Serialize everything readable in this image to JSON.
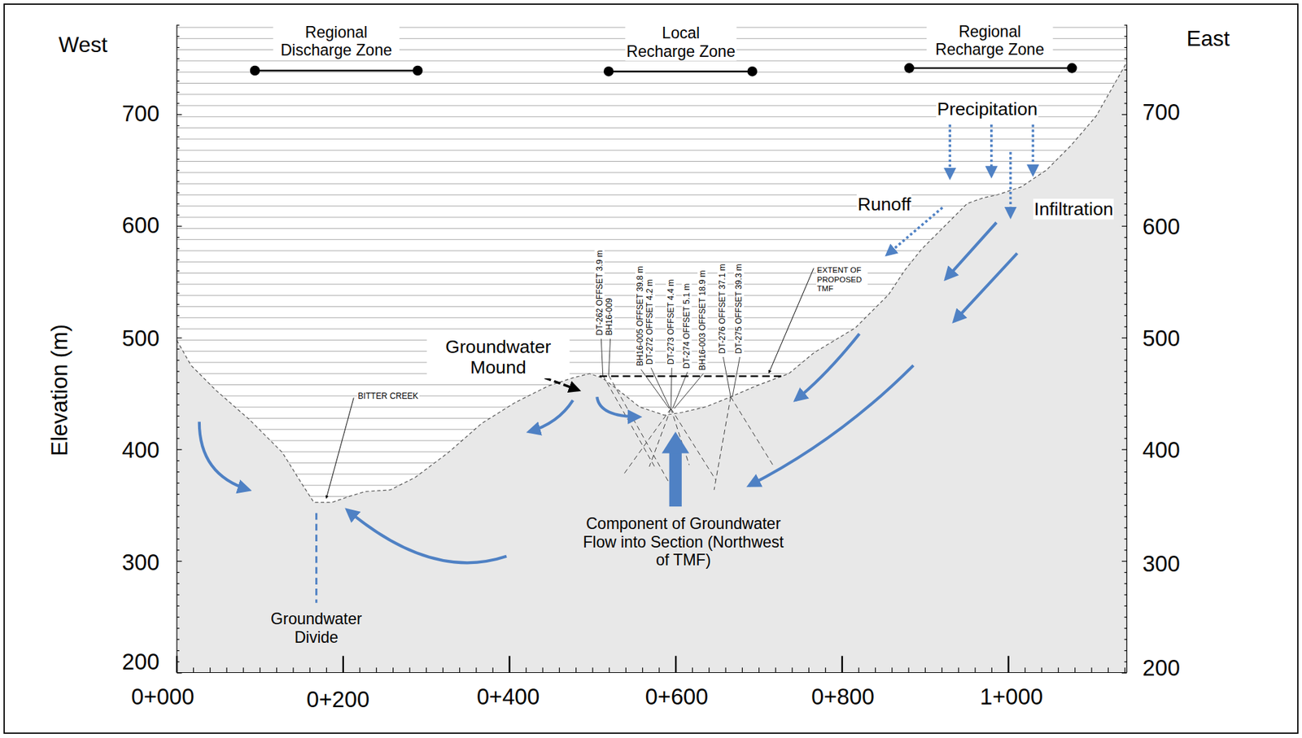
{
  "diagram": {
    "labels": [
      "West",
      "East",
      "Elevation (m)",
      "700",
      "600",
      "500",
      "400",
      "300",
      "200",
      "700",
      "600",
      "500",
      "400",
      "300",
      "200",
      "0+000",
      "0+200",
      "0+400",
      "0+600",
      "0+800",
      "1+000",
      "Regional Discharge Zone",
      "Local Recharge Zone",
      "Regional Recharge Zone",
      "Precipitation",
      "Runoff",
      "Infiltration",
      "Groundwater Mound",
      "BITTER CREEK",
      "EXTENT OF PROPOSED TMF",
      "DT-262 OFFSET 3.9 m",
      "BH16-009",
      "BH16-005 OFFSET 39.8 m",
      "DT-272 OFFSET 4.2 m",
      "DT-273 OFFSET 4.4 m",
      "DT-274 OFFSET 5.1 m",
      "BH16-003 OFFSET 18.9 m",
      "DT-276 OFFSET 37.1 m",
      "DT-275 OFFSET 39.3 m",
      "Component of Groundwater Flow into Section (Northwest of TMF)",
      "Groundwater Divide"
    ]
  }
}
